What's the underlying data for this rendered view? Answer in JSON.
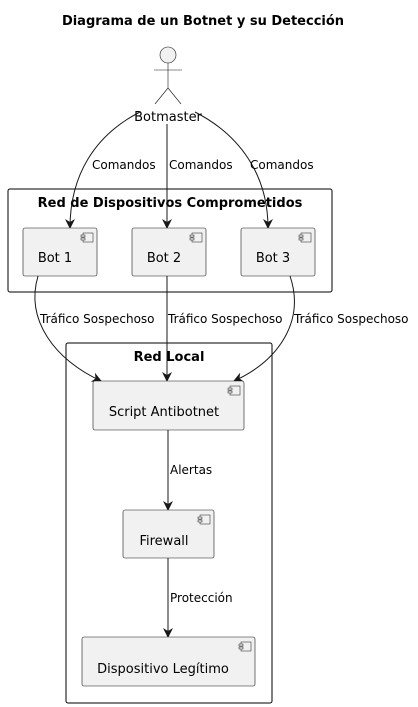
{
  "title": "Diagrama de un Botnet y su Detección",
  "actor": {
    "label": "Botmaster"
  },
  "groups": {
    "compromised": {
      "label": "Red de Dispositivos Comprometidos"
    },
    "local": {
      "label": "Red Local"
    }
  },
  "components": {
    "bot1": "Bot 1",
    "bot2": "Bot 2",
    "bot3": "Bot 3",
    "antibotnet": "Script Antibotnet",
    "firewall": "Firewall",
    "device": "Dispositivo Legítimo"
  },
  "edges": {
    "cmd1": "Comandos",
    "cmd2": "Comandos",
    "cmd3": "Comandos",
    "traffic1": "Tráfico Sospechoso",
    "traffic2": "Tráfico Sospechoso",
    "traffic3": "Tráfico Sospechoso",
    "alerts": "Alertas",
    "protection": "Protección"
  }
}
